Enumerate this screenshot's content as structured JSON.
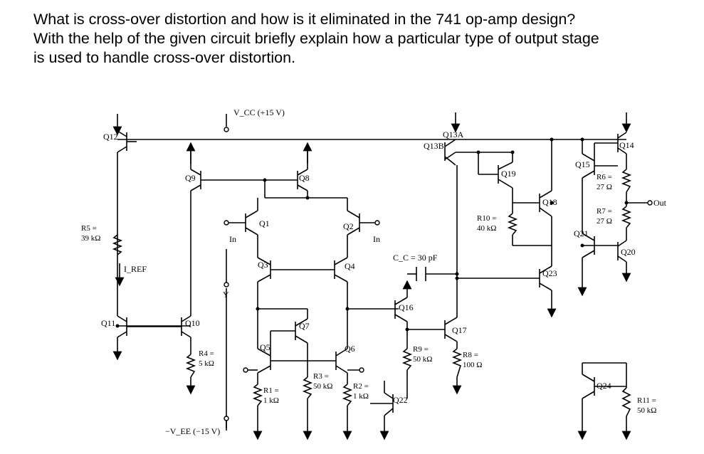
{
  "question": {
    "line1": "What is cross-over distortion and how is it eliminated in the 741 op-amp design?",
    "line2": "With the help of the given circuit briefly explain how a particular type of output stage",
    "line3": "is used to handle cross-over distortion."
  },
  "circuit": {
    "supply_pos": "V_CC (+15 V)",
    "supply_neg": "−V_EE (−15 V)",
    "iref": "I_REF",
    "input_plus": "In",
    "input_minus": "In",
    "node_y": "Y",
    "output": "Out",
    "cc": "C_C = 30 pF",
    "transistors": [
      "Q1",
      "Q2",
      "Q3",
      "Q4",
      "Q5",
      "Q6",
      "Q7",
      "Q8",
      "Q9",
      "Q10",
      "Q11",
      "Q12",
      "Q13A",
      "Q13B",
      "Q14",
      "Q15",
      "Q16",
      "Q17",
      "Q18",
      "Q19",
      "Q20",
      "Q21",
      "Q22",
      "Q23",
      "Q24"
    ],
    "resistors": {
      "r1": [
        "R1 =",
        "1 kΩ"
      ],
      "r2": [
        "R2 =",
        "1 kΩ"
      ],
      "r3": [
        "R3 =",
        "50 kΩ"
      ],
      "r4": [
        "R4 =",
        "5 kΩ"
      ],
      "r5": [
        "R5 =",
        "39 kΩ"
      ],
      "r6": [
        "R6 =",
        "27 Ω"
      ],
      "r7": [
        "R7 =",
        "27 Ω"
      ],
      "r8": [
        "R8 =",
        "100 Ω"
      ],
      "r9": [
        "R9 =",
        "50 kΩ"
      ],
      "r10": [
        "R10 =",
        "40 kΩ"
      ],
      "r11": [
        "R11 =",
        "50 kΩ"
      ]
    }
  }
}
